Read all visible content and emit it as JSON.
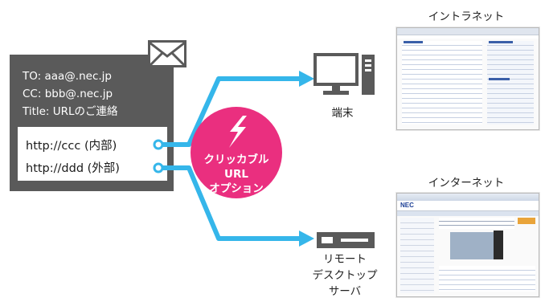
{
  "email": {
    "to": "TO: aaa@.nec.jp",
    "cc": "CC: bbb@.nec.jp",
    "title": "Title: URLのご連絡",
    "link_internal": "http://ccc (内部)",
    "link_external": "http://ddd (外部)"
  },
  "badge": {
    "line1": "クリッカブル",
    "line2": "URL",
    "line3": "オプション"
  },
  "terminal": {
    "label": "端末"
  },
  "remote": {
    "line1": "リモート",
    "line2": "デスクトップ",
    "line3": "サーバ"
  },
  "intranet": {
    "title": "イントラネット"
  },
  "internet": {
    "title": "インターネット",
    "logo": "NEC"
  },
  "colors": {
    "arrow": "#35b6ea",
    "badge": "#ea2f7f",
    "dark": "#5a5a5a"
  }
}
